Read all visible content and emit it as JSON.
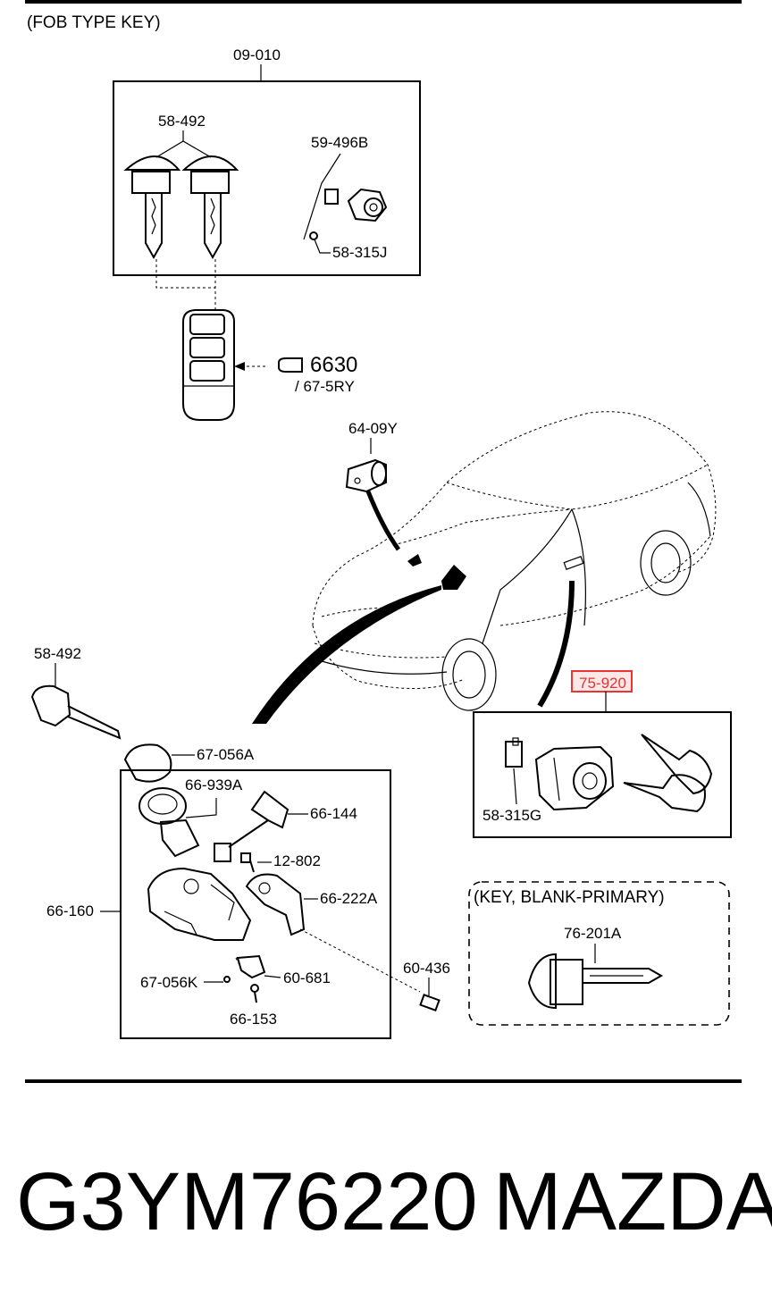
{
  "header": {
    "fob_type_label": "(FOB TYPE KEY)"
  },
  "labels": {
    "key_set": "09-010",
    "fob_keys": "58-492",
    "cylinder_59": "59-496B",
    "pin_58_315j": "58-315J",
    "fob_6630": "6630",
    "fob_675ry": "/ 67-5RY",
    "cylinder_64": "64-09Y",
    "key_58_492": "58-492",
    "ring_67_056a": "67-056A",
    "ring_66_939a": "66-939A",
    "bracket_66_144": "66-144",
    "screw_12_802": "12-802",
    "cover_66_222a": "66-222A",
    "switch_66_160": "66-160",
    "bolt_67_056k": "67-056K",
    "clip_60_681": "60-681",
    "screw_66_153": "66-153",
    "bolt_60_436": "60-436",
    "door_lock_75_920": "75-920",
    "pin_58_315g": "58-315G",
    "blank_key_title": "(KEY, BLANK-PRIMARY)",
    "blank_key_76_201a": "76-201A"
  },
  "highlight_color": "#e33333",
  "footer": {
    "part_number": "G3YM76220",
    "brand": "MAZDA"
  }
}
